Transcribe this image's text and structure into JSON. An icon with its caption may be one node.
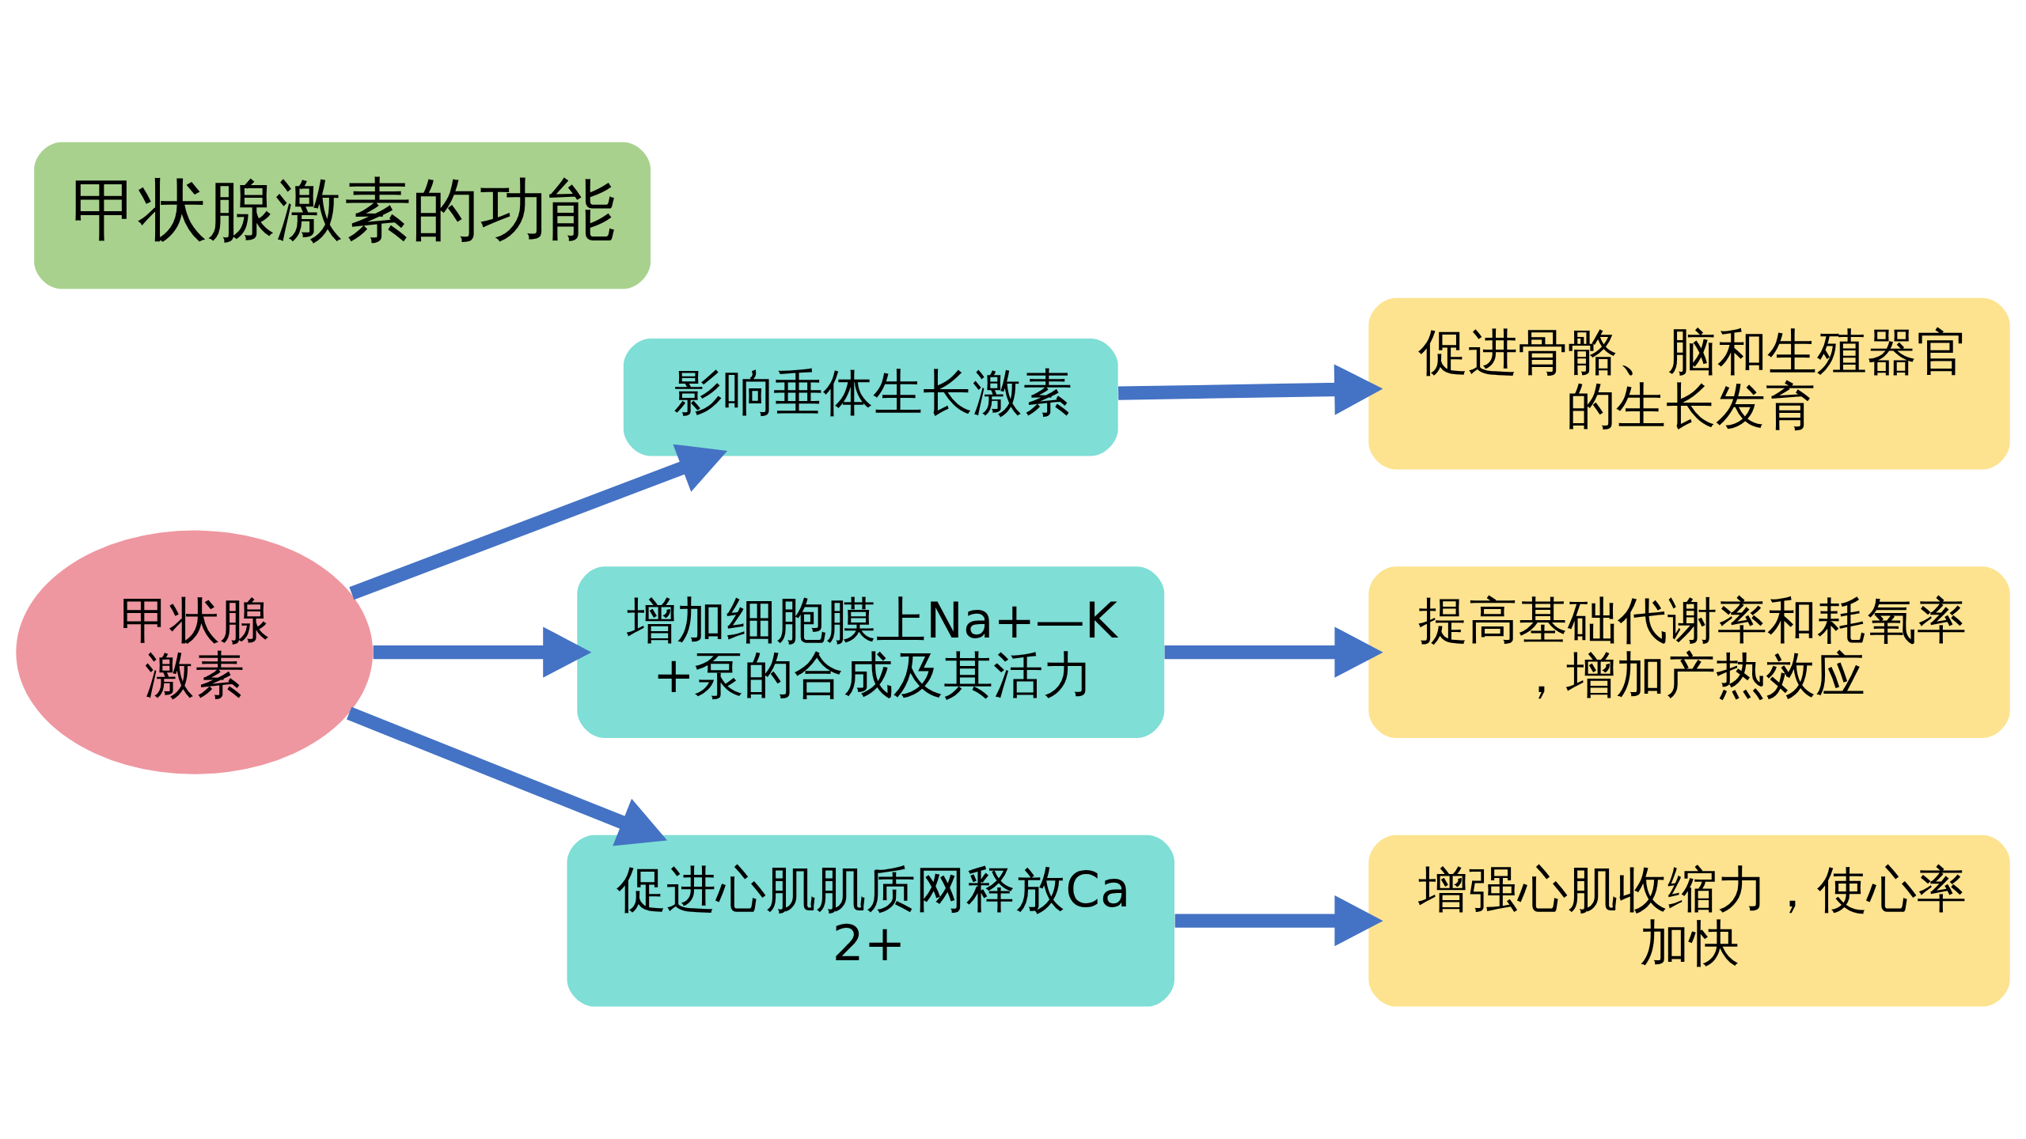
{
  "diagram": {
    "title": "甲状腺激素的功能",
    "nodes": [
      {
        "text": [
          "甲状腺激素"
        ]
      },
      {
        "text": [
          "影响垂体生长激素"
        ]
      },
      {
        "text": [
          "增加细胞膜上Na+—K+泵的合成及其活力"
        ]
      },
      {
        "text": [
          "促进心肌肌质网释放Ca2+"
        ]
      },
      {
        "text": [
          "促进骨骼、脑和生殖器官的生长发育"
        ]
      },
      {
        "text": [
          "提高基础代谢率和耗氧率，增加产热效应"
        ]
      },
      {
        "text": [
          "增强心肌收缩力，使心率加快"
        ]
      }
    ],
    "edges": [
      {
        "from": 0,
        "to": 1,
        "arrow": "to"
      },
      {
        "from": 0,
        "to": 2,
        "arrow": "to"
      },
      {
        "from": 0,
        "to": 3,
        "arrow": "to"
      },
      {
        "from": 1,
        "to": 4,
        "arrow": "to"
      },
      {
        "from": 2,
        "to": 5,
        "arrow": "to"
      },
      {
        "from": 3,
        "to": 6,
        "arrow": "to"
      }
    ]
  }
}
